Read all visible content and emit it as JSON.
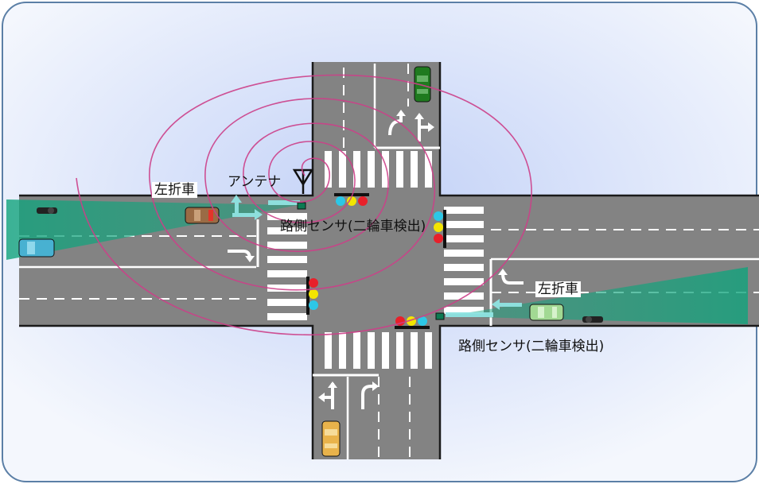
{
  "labels": {
    "left_turn_car_west": "左折車",
    "left_turn_car_east": "左折車",
    "antenna": "アンテナ",
    "roadside_sensor_north": "路側センサ(二輪車検出)",
    "roadside_sensor_south": "路側センサ(二輪車検出)"
  },
  "colors": {
    "frame_border": "#5b7fa6",
    "background_center": "#c2d1f7",
    "background_edge": "#f4f7fd",
    "road": "#838383",
    "road_edge": "#1a1a1a",
    "marking": "#ffffff",
    "sensor_zone": "#11a37c",
    "radio_wave": "#cc3f88",
    "arrow_cyan": "#8fe4e2",
    "car_green": "#1f7a1f",
    "car_brown": "#9a6b45",
    "car_blue": "#48b1d1",
    "car_light_green": "#a2d993",
    "car_yellow": "#e9b34b",
    "signal_red": "#e8202a",
    "signal_yellow": "#f3e500",
    "signal_cyan": "#2cc7e6"
  },
  "icons": [
    "antenna-icon",
    "traffic-signal-icon",
    "car-icon",
    "motorcycle-icon",
    "roadside-sensor-icon",
    "lane-arrow-icon"
  ]
}
